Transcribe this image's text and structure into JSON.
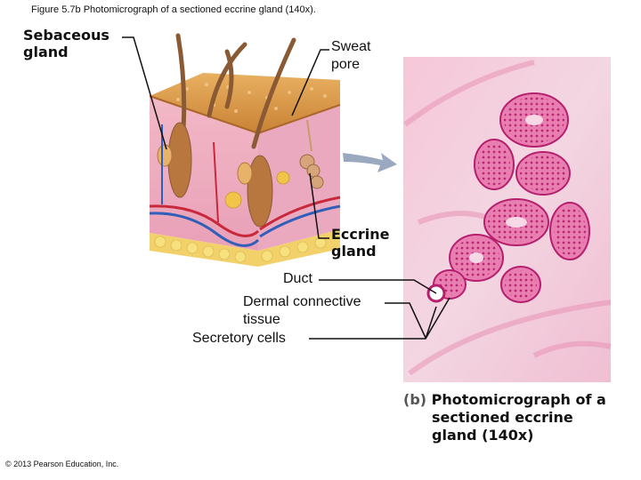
{
  "figure_title": "Figure 5.7b Photomicrograph of a sectioned eccrine gland (140x).",
  "labels": {
    "sebaceous_1": "Sebaceous",
    "sebaceous_2": "gland",
    "sweat_pore_1": "Sweat",
    "sweat_pore_2": "pore",
    "eccrine_1": "Eccrine",
    "eccrine_2": "gland",
    "duct": "Duct",
    "dermal_1": "Dermal connective",
    "dermal_2": "tissue",
    "secretory": "Secretory cells"
  },
  "caption": {
    "letter": "(b)",
    "line1": "Photomicrograph of a",
    "line2": "sectioned eccrine",
    "line3": "gland (140x)"
  },
  "copyright": "© 2013 Pearson Education, Inc."
}
